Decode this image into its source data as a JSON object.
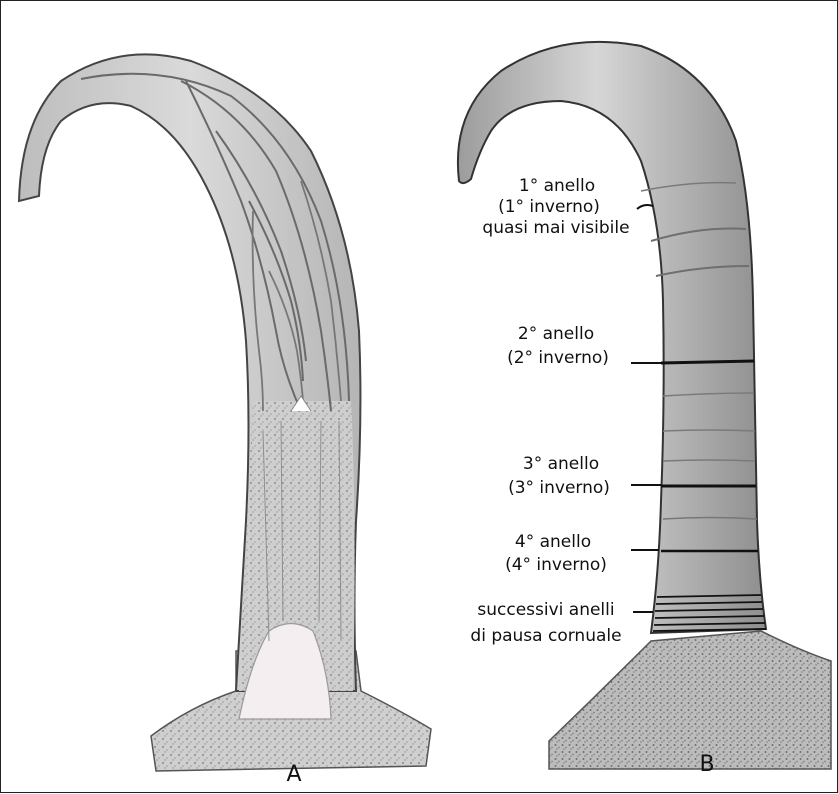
{
  "panels": {
    "a": {
      "label": "A"
    },
    "b": {
      "label": "B"
    }
  },
  "annotations": [
    {
      "lines": [
        "1° anello",
        "(1° inverno)",
        "quasi mai visibile"
      ]
    },
    {
      "lines": [
        "2° anello",
        "(2° inverno)"
      ]
    },
    {
      "lines": [
        "3° anello",
        "(3° inverno)"
      ]
    },
    {
      "lines": [
        "4° anello",
        "(4° inverno)"
      ]
    },
    {
      "lines": [
        "successivi anelli",
        "di pausa cornuale"
      ]
    }
  ],
  "colors": {
    "horn_light": "#cfcfcf",
    "horn_mid": "#a9a9a9",
    "horn_dark": "#6e6e6e",
    "ring_line": "#111111",
    "bone_core": "#f4eef0"
  }
}
